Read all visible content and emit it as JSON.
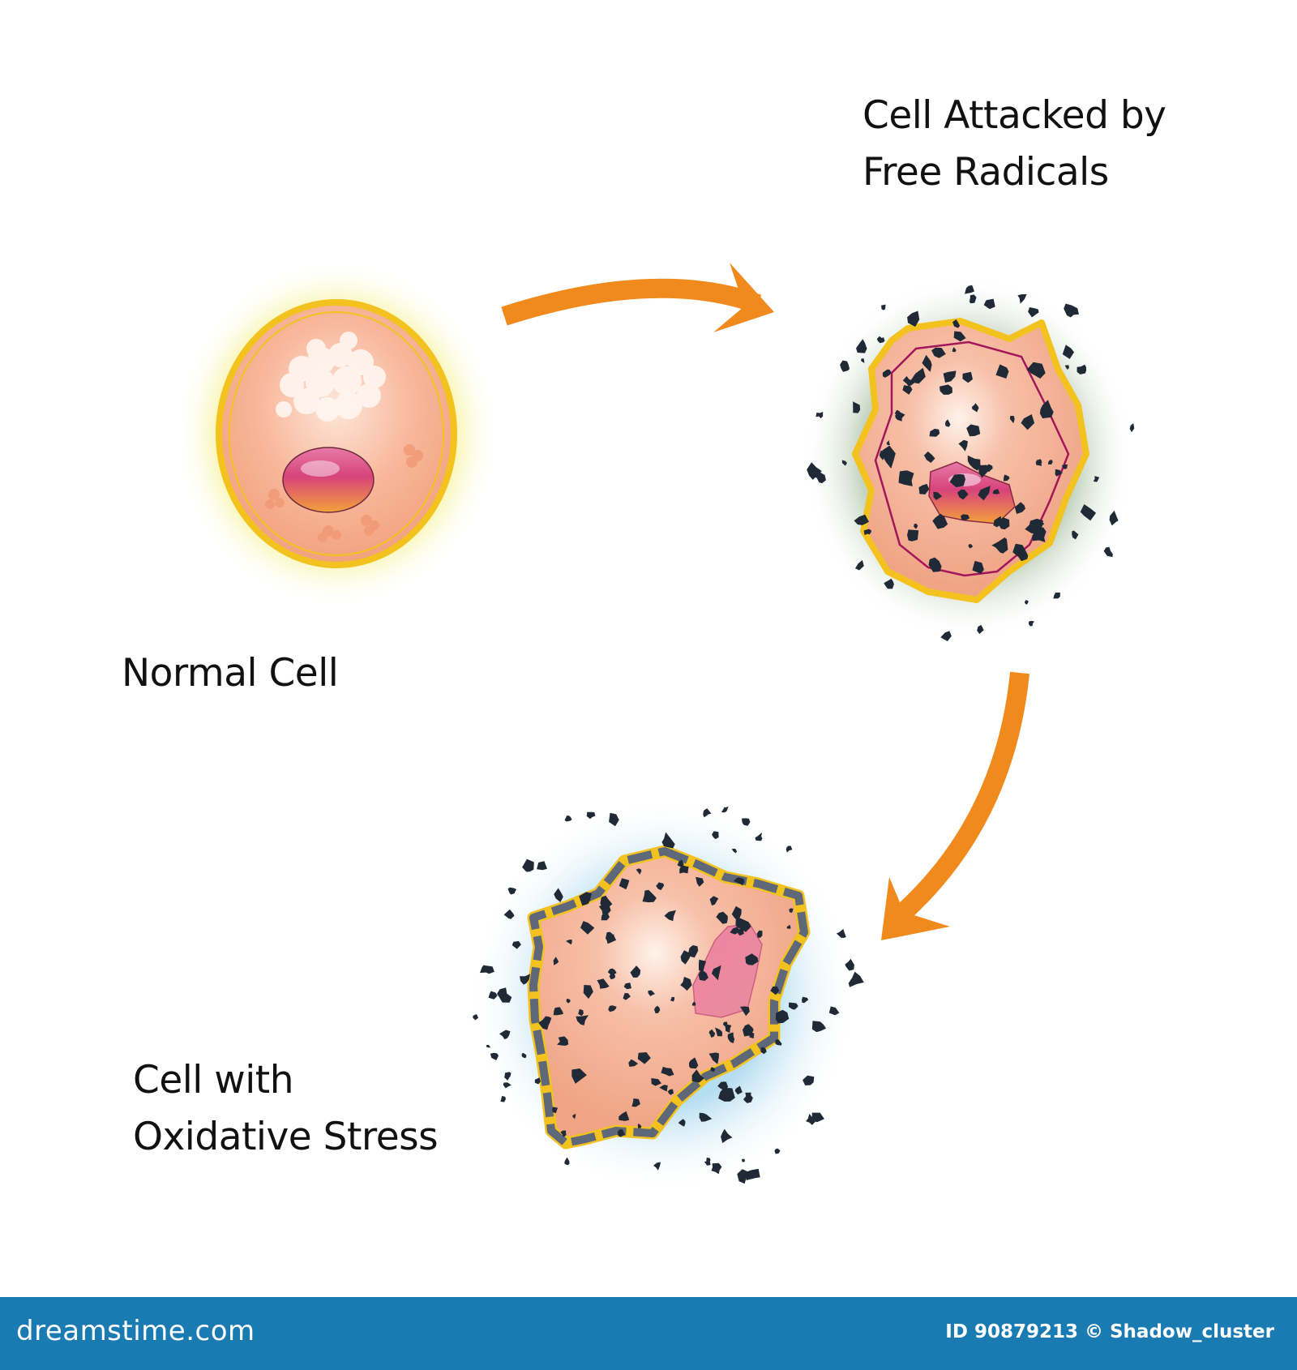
{
  "labels": {
    "normal_cell": "Normal Cell",
    "attacked_line1": "Cell Attacked by",
    "attacked_line2": "Free Radicals",
    "oxidative_line1": "Cell with",
    "oxidative_line2": "Oxidative Stress"
  },
  "footer": {
    "logo": "dreamstime.com",
    "credit": "ID 90879213 © Shadow_cluster"
  },
  "colors": {
    "arrow": "#f08a1c",
    "cell_fill": "#f8b79b",
    "membrane": "#f3c21f",
    "nucleus": "#d84a7a",
    "radical": "#1f2a36",
    "footer_bar": "#1a7ab2"
  },
  "icons": [
    "normal-cell",
    "attacked-cell",
    "oxidative-stress-cell",
    "curved-arrow",
    "free-radical"
  ]
}
